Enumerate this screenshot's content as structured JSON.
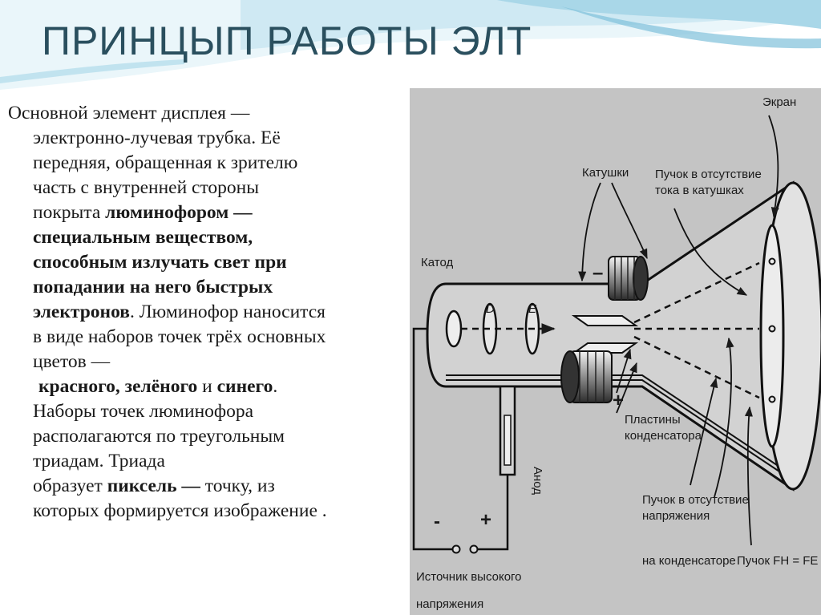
{
  "title": "ПРИНЦЫП РАБОТЫ ЭЛТ",
  "text": {
    "l1": "Основной элемент дисплея —",
    "l2": "электронно-лучевая трубка. Её",
    "l3": "передняя, обращенная к зрителю",
    "l4": "часть с внутренней стороны",
    "l5a": "покрыта ",
    "l5b": "люминофором —",
    "l6": "специальным веществом,",
    "l7": "способным излучать свет при",
    "l8": "попадании на него быстрых",
    "l9a": "электронов",
    "l9b": ". Люминофор наносится",
    "l10": "в виде наборов точек трёх основных",
    "l11": "цветов —",
    "l12a": "красного, зелёного",
    "l12b": " и ",
    "l12c": "синего",
    "l12d": ".",
    "l13": "Наборы точек люминофора",
    "l14": "располагаются по треугольным",
    "l15": "триадам. Триада",
    "l16a": "образует ",
    "l16b": "пиксель —",
    "l16c": " точку, из",
    "l17": "которых формируется изображение ."
  },
  "diagram": {
    "screen": "Экран",
    "coils": "Катушки",
    "beam_no_current_1": "Пучок в отсутствие",
    "beam_no_current_2": "тока в катушках",
    "cathode": "Катод",
    "plate_d": "D",
    "plate_e": "E",
    "minus_top": "–",
    "plus_bottom": "+",
    "plates_1": "Пластины",
    "plates_2": "конденсатора",
    "anode": "Анод",
    "src_minus": "-",
    "src_plus": "+",
    "beam_no_voltage_1": "Пучок в отсутствие",
    "beam_no_voltage_2": "напряжения",
    "beam_no_voltage_3": "на конденсаторе",
    "beam_fh_fe": "Пучок FH = FE",
    "source_1": "Источник высокого",
    "source_2": "напряжения"
  },
  "colors": {
    "title": "#2a4f5e",
    "diagram_bg": "#c4c4c4",
    "wave_light": "#d9eef5",
    "wave_mid": "#9fd0e3"
  }
}
